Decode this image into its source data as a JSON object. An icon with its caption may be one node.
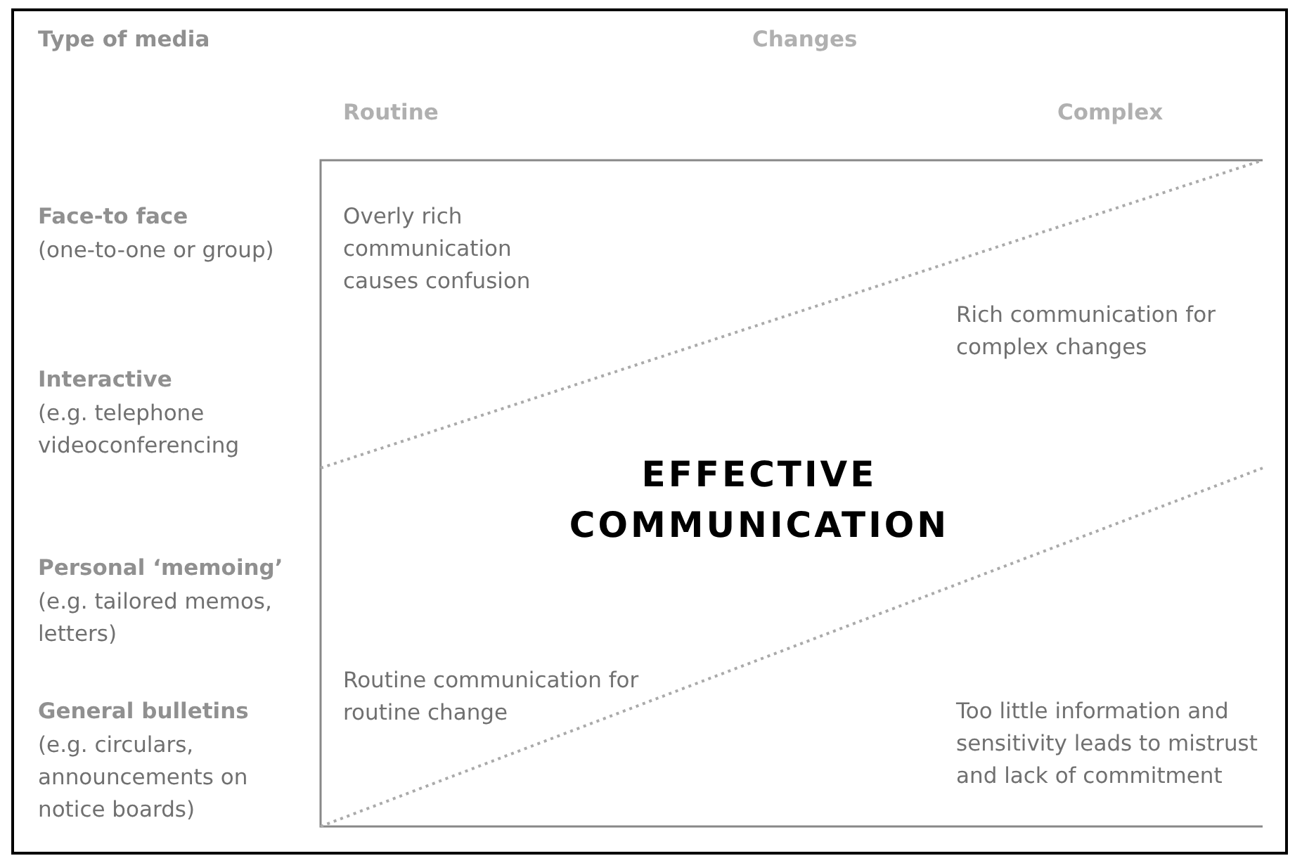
{
  "diagram": {
    "labels": [
      "Type of media",
      "Changes",
      "Routine",
      "Complex",
      "Face-to face",
      "(one-to-one or group)",
      "Overly rich communication causes confusion",
      "Rich communication for complex changes",
      "Interactive",
      "(e.g. telephone videoconferencing",
      "EFFECTIVE COMMUNICATION",
      "Personal ‘memoing’",
      "(e.g. tailored memos, letters)",
      "Routine communication for routine change",
      "General bulletins",
      "(e.g. circulars, announcements on notice boards)",
      "Too little information and sensitivity leads to mistrust and lack of commitment"
    ]
  }
}
